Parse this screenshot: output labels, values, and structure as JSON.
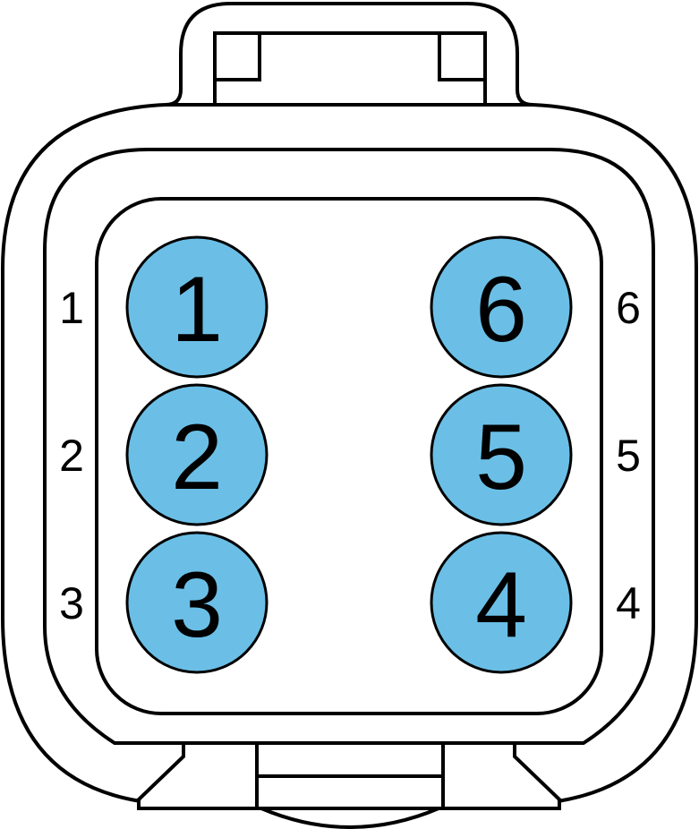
{
  "title": "6-pin connector pinout",
  "colors": {
    "pin_fill": "#6bbfe6",
    "outline": "#000000",
    "background": "#ffffff"
  },
  "pins": [
    {
      "label": "1",
      "side_label": "1",
      "column": "left",
      "row": 0
    },
    {
      "label": "2",
      "side_label": "2",
      "column": "left",
      "row": 1
    },
    {
      "label": "3",
      "side_label": "3",
      "column": "left",
      "row": 2
    },
    {
      "label": "6",
      "side_label": "6",
      "column": "right",
      "row": 0
    },
    {
      "label": "5",
      "side_label": "5",
      "column": "right",
      "row": 1
    },
    {
      "label": "4",
      "side_label": "4",
      "column": "right",
      "row": 2
    }
  ]
}
